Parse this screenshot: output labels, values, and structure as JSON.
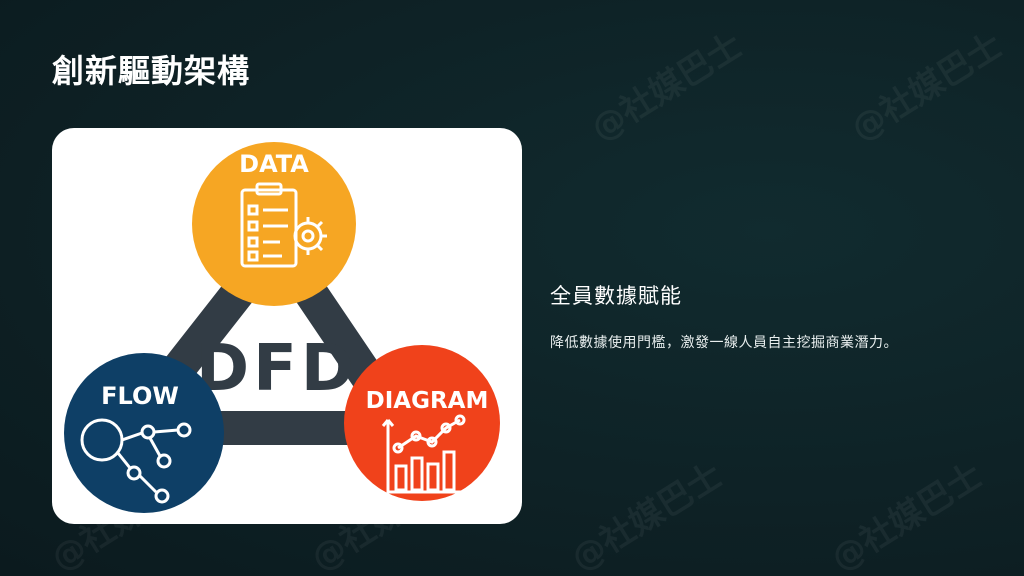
{
  "title": "創新驅動架構",
  "figure": {
    "data_label": "DATA",
    "flow_label": "FLOW",
    "diagram_label": "DIAGRAM",
    "center_label": "DFD",
    "colors": {
      "data": "#f6a623",
      "flow": "#0e3f66",
      "diagram": "#f0421b",
      "triangle": "#323c45"
    }
  },
  "watermark": "@社媒巴士",
  "panel": {
    "heading": "全員數據賦能",
    "description": "降低數據使用門檻，激發一線人員自主挖掘商業潛力。"
  }
}
